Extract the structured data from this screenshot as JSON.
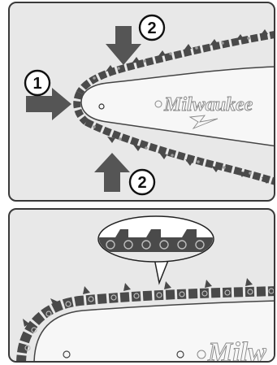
{
  "callouts": {
    "one": "1",
    "two_top": "2",
    "two_bottom": "2"
  },
  "brand": {
    "top": "Milwaukee",
    "bottom": "Milw"
  },
  "colors": {
    "panel_bg": "#e8e8e8",
    "bar_fill": "#f7f7f7",
    "chain": "#4a4a4a",
    "arrow": "#555555",
    "border": "#3a3a3a"
  },
  "icons": {
    "arrow": "down-arrow / right-arrow / up-arrow",
    "callout": "numbered-circle",
    "lightning": "lightning-bolt"
  }
}
